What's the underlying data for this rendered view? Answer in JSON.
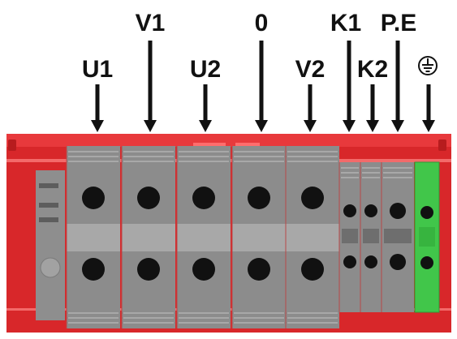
{
  "labels": {
    "u1": "U1",
    "v1": "V1",
    "u2": "U2",
    "zero": "0",
    "v2": "V2",
    "k1": "K1",
    "k2": "K2",
    "pe": "P.E"
  },
  "colors": {
    "rail": "#d8272a",
    "rail_highlight": "#f36a6a",
    "terminal_gray": "#8c8c8c",
    "terminal_light": "#a8a8a8",
    "terminal_dark": "#6e6e6e",
    "hole": "#111111",
    "ground_green": "#41c64a",
    "arrow": "#111111"
  },
  "icons": {
    "earth": "earth-ground-icon"
  }
}
